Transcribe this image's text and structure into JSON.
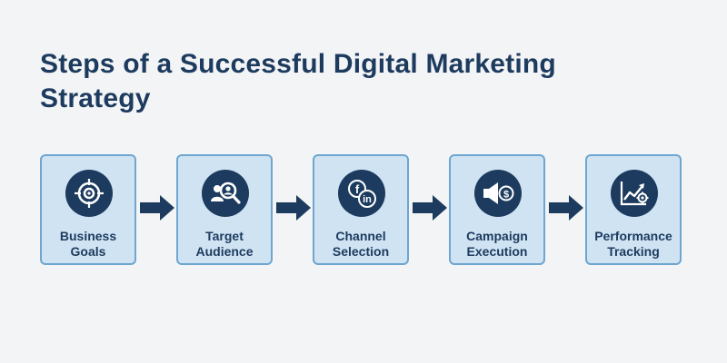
{
  "title": {
    "line1": "Steps of a Successful Digital Marketing",
    "line2": "Strategy"
  },
  "steps": [
    {
      "line1": "Business",
      "line2": "Goals",
      "icon": "target-icon"
    },
    {
      "line1": "Target",
      "line2": "Audience",
      "icon": "audience-search-icon"
    },
    {
      "line1": "Channel",
      "line2": "Selection",
      "icon": "social-channels-icon"
    },
    {
      "line1": "Campaign",
      "line2": "Execution",
      "icon": "megaphone-dollar-icon"
    },
    {
      "line1": "Performance",
      "line2": "Tracking",
      "icon": "chart-gear-icon"
    }
  ],
  "colors": {
    "title": "#1d3b5e",
    "box_fill": "#cfe3f3",
    "box_border": "#6ea6cf",
    "icon_circle": "#1d3b5e",
    "arrow": "#1d3b5e",
    "background": "#f3f4f6"
  }
}
